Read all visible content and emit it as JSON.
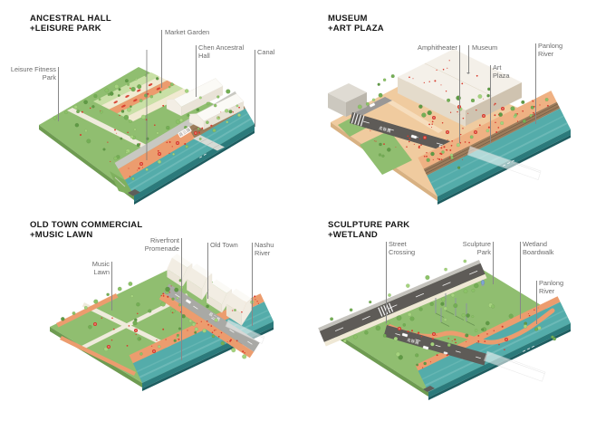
{
  "panels": [
    {
      "id": "ancestral-hall-leisure-park",
      "title": "ANCESTRAL HALL\n+LEISURE PARK",
      "road_sign": "县三路",
      "labels": {
        "leisure_fitness_park": "Leisure Fitness\nPark",
        "market_garden": "Market Garden",
        "chen_ancestral_hall": "Chen Ancestral\nHall",
        "canal": "Canal"
      }
    },
    {
      "id": "museum-art-plaza",
      "title": "MUSEUM\n+ART PLAZA",
      "road_sign": "龙联路",
      "labels": {
        "amphitheater": "Amphitheater",
        "museum": "Museum",
        "art_plaza": "Art\nPlaza",
        "panlong_river": "Panlong\nRiver"
      }
    },
    {
      "id": "old-town-commercial-music-lawn",
      "title": "OLD TOWN COMMERCIAL\n+MUSIC LAWN",
      "road_sign": "县二路",
      "labels": {
        "music_lawn": "Music\nLawn",
        "riverfront_promenade": "Riverfront\nPromenade",
        "old_town": "Old Town",
        "nashu_river": "Nashu\nRiver"
      }
    },
    {
      "id": "sculpture-park-wetland",
      "title": "SCULPTURE PARK\n+WETLAND",
      "road_sign": "龙联路",
      "labels": {
        "street_crossing": "Street\nCrossing",
        "sculpture_park": "Sculpture\nPark",
        "wetland_boardwalk": "Wetland\nBoardwalk",
        "panlong_river": "Panlong\nRiver"
      }
    }
  ],
  "colors": {
    "background": "#ffffff",
    "grass": "#90BE70",
    "grass_dark": "#6E9B51",
    "garden_green": "#C9E0A6",
    "sand": "#F0CB9F",
    "sand_light": "#EFB183",
    "path_orange": "#EC9C6E",
    "cream_path": "#EFEBDC",
    "water": "#54ACAA",
    "water_light": "#7FC5C1",
    "water_dark": "#2B7A7B",
    "road_dark": "#5E5B57",
    "road_light": "#C8C8C2",
    "road_mid": "#A9A9A5",
    "building_white": "#F7F4EE",
    "brown_deck": "#9C7C5B",
    "accent_red": "#D7392B",
    "sculpture_blue": "#7FA3D6",
    "tree_greens": [
      "#5F9A45",
      "#74AE55",
      "#8CC268",
      "#A5D37E"
    ],
    "label_gray": "#6A6A6A",
    "leader_gray": "#878787",
    "title_black": "#161616"
  }
}
